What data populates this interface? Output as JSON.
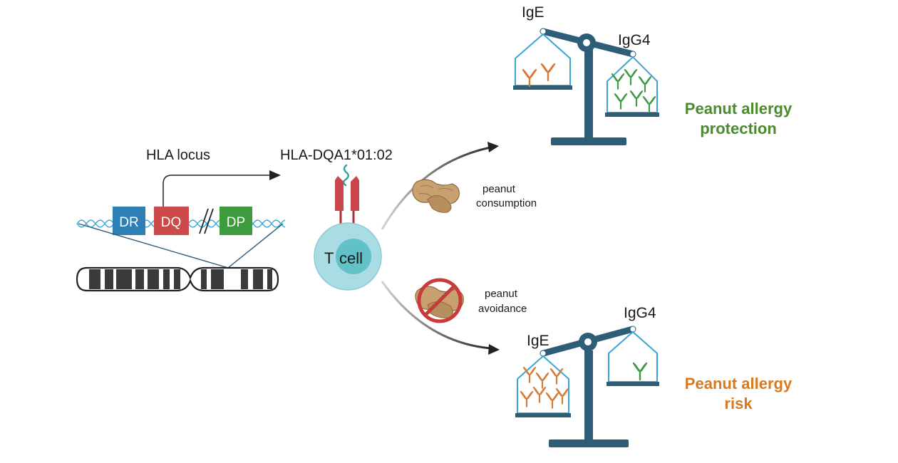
{
  "locus": {
    "title": "HLA locus",
    "genes": [
      "DR",
      "DQ",
      "DP"
    ]
  },
  "allele": "HLA-DQA1*01:02",
  "cell": {
    "t": "T",
    "cell": "cell"
  },
  "consumption": {
    "line1": "peanut",
    "line2": "consumption"
  },
  "avoidance": {
    "line1": "peanut",
    "line2": "avoidance"
  },
  "scale_top": {
    "left_label": "IgE",
    "right_label": "IgG4",
    "outcome_line1": "Peanut allergy",
    "outcome_line2": "protection"
  },
  "scale_bottom": {
    "left_label": "IgE",
    "right_label": "IgG4",
    "outcome_line1": "Peanut allergy",
    "outcome_line2": "risk"
  },
  "colors": {
    "dr": "#2e7fb5",
    "dq": "#cc4a4a",
    "dp": "#3d9b3d",
    "dna": "#3aa6d8",
    "scale": "#2e5d78",
    "basket": "#3aa6d8",
    "ige_antibody": "#d77a33",
    "igg4_antibody": "#3f9a46",
    "protection_text": "#4b8a2e",
    "risk_text": "#d77a1f",
    "cell_outer": "#a9dde3",
    "cell_inner": "#62c1c6",
    "receptor": "#c9464a",
    "peanut": "#c9a070",
    "no_sign": "#c93a3a"
  }
}
